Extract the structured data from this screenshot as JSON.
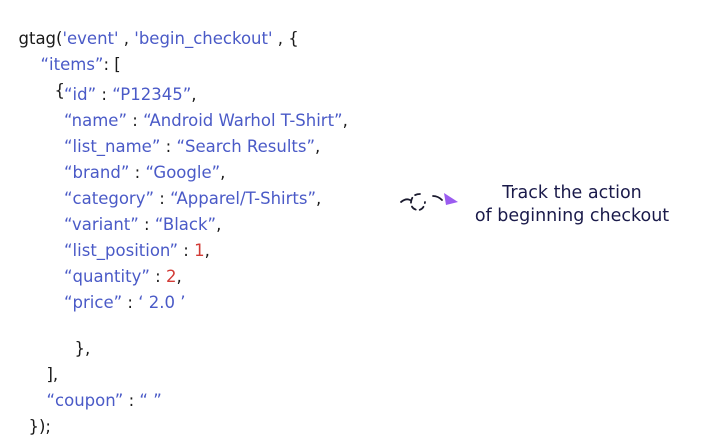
{
  "code": {
    "l1": {
      "fn": "gtag(",
      "arg1": "'event'",
      "sep": " , ",
      "arg2": "'begin_checkout'",
      "end": " , {"
    },
    "l2": {
      "key": "“items”",
      "rest": ": ["
    },
    "l3": {
      "text": "{"
    },
    "fields": [
      {
        "key": "“id”",
        "colon": " : ",
        "value": "“P12345”",
        "comma": ","
      },
      {
        "key": "“name”",
        "colon": " : ",
        "value": "“Android Warhol T-Shirt”",
        "comma": ","
      },
      {
        "key": "“list_name”",
        "colon": " : ",
        "value": "“Search Results”",
        "comma": ","
      },
      {
        "key": "“brand”",
        "colon": " : ",
        "value": "“Google”",
        "comma": ","
      },
      {
        "key": "“category”",
        "colon": " : ",
        "value": "“Apparel/T-Shirts”",
        "comma": ","
      },
      {
        "key": "“variant”",
        "colon": " : ",
        "value": "“Black”",
        "comma": ","
      },
      {
        "key": "“list_position”",
        "colon": " : ",
        "value": "1",
        "comma": ","
      },
      {
        "key": "“quantity”",
        "colon": " : ",
        "value": "2",
        "comma": ","
      },
      {
        "key": "“price”",
        "colon": " : ",
        "value": "‘ 2.0 ’",
        "comma": ""
      }
    ],
    "l13": {
      "text": "},"
    },
    "l14": {
      "text": "],"
    },
    "l15": {
      "key": "“coupon”",
      "colon": " : ",
      "value": "“ ”"
    },
    "l16": {
      "text": "});"
    }
  },
  "annotation": {
    "line1": "Track the action",
    "line2": "of beginning checkout"
  },
  "colors": {
    "key": "#4a5ac7",
    "number": "#d23b36",
    "text": "#1a1a1a",
    "arrow": "#9b5cf0"
  }
}
